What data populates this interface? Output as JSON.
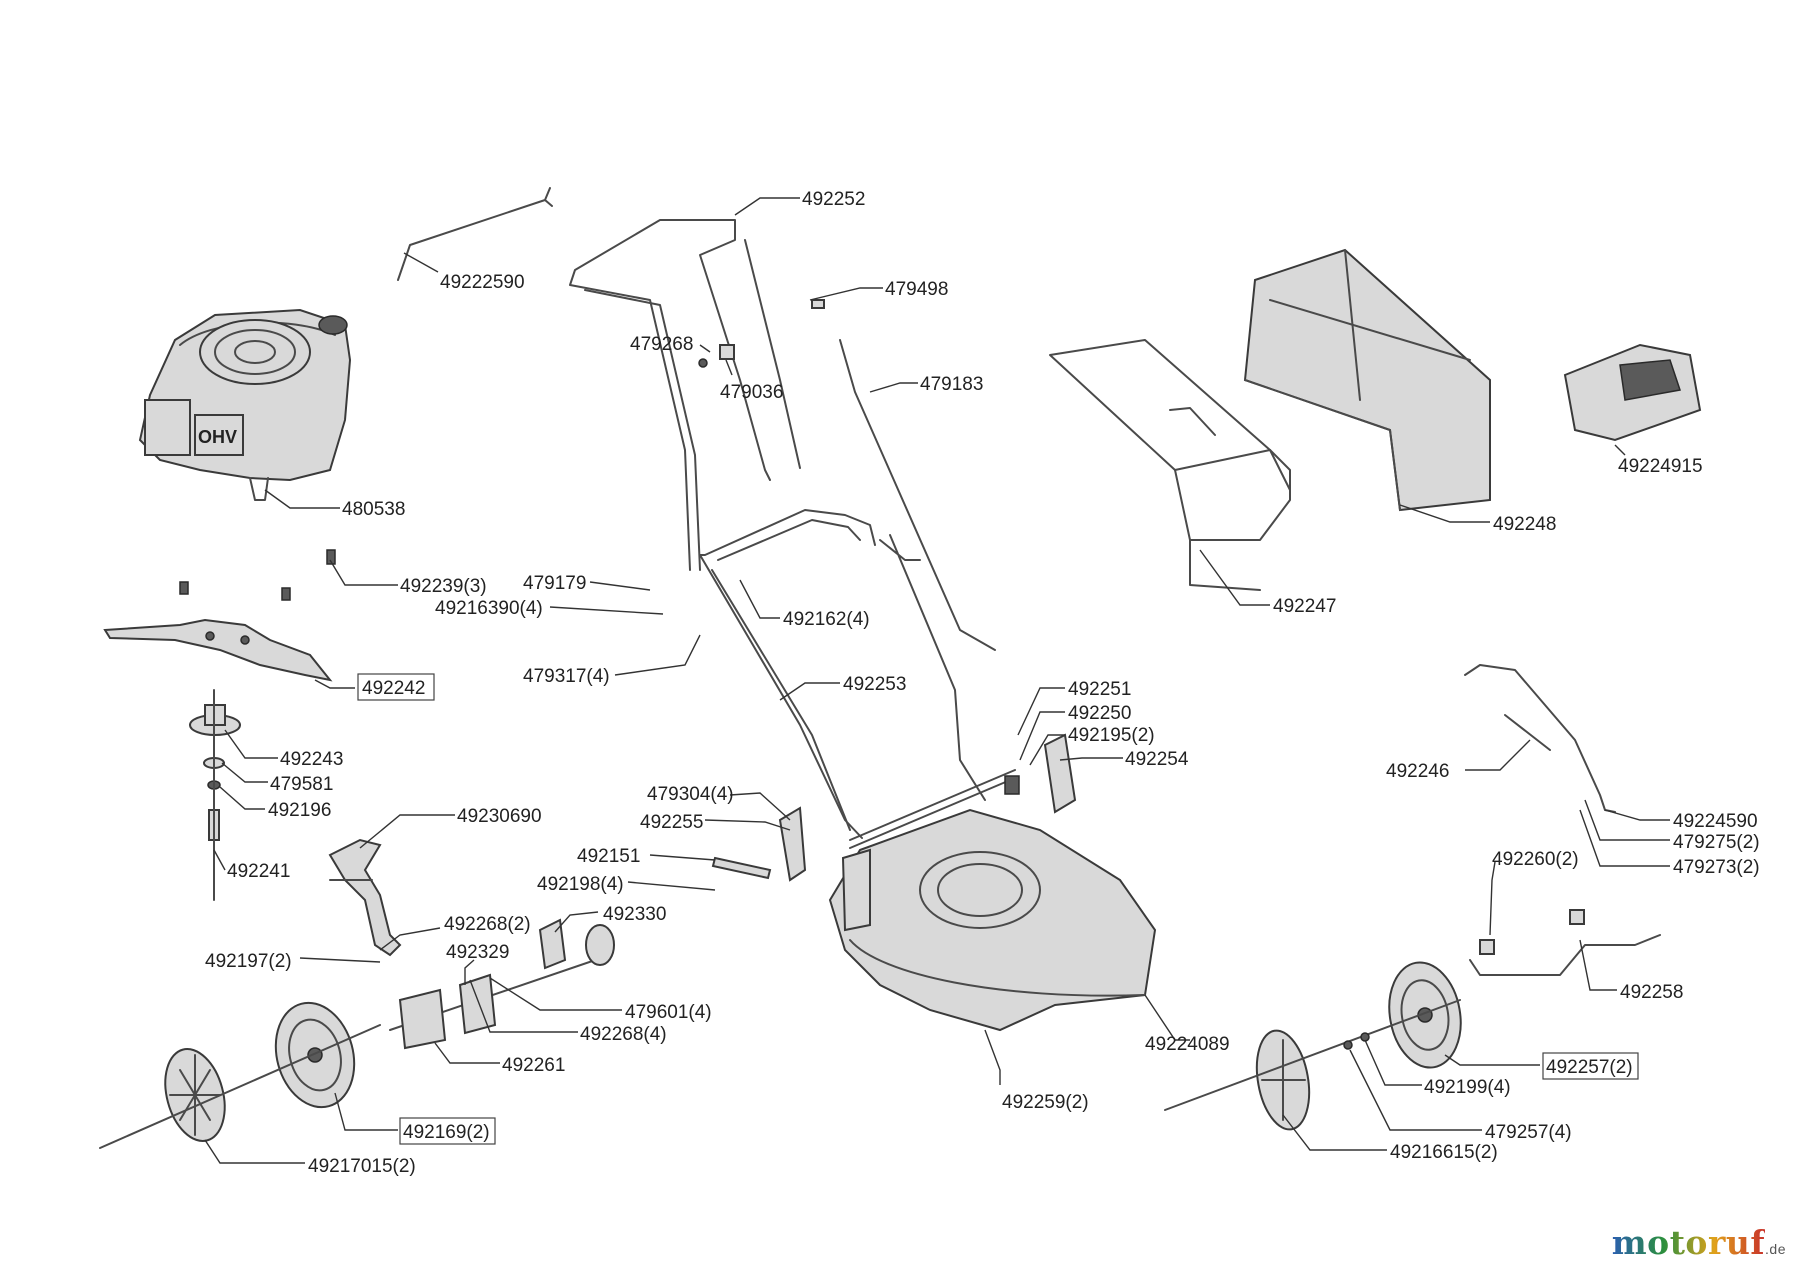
{
  "labels": {
    "p492252": "492252",
    "p49222590": "49222590",
    "p479498": "479498",
    "p479268": "479268",
    "p479036": "479036",
    "p479183": "479183",
    "p480538": "480538",
    "p49224915": "49224915",
    "p492248": "492248",
    "p492239": "492239(3)",
    "p479179": "479179",
    "p49216390": "49216390(4)",
    "p492162": "492162(4)",
    "p492247": "492247",
    "p492242": "492242",
    "p479317": "479317(4)",
    "p492253": "492253",
    "p492251": "492251",
    "p492250": "492250",
    "p492195": "492195(2)",
    "p492254": "492254",
    "p492243": "492243",
    "p479581": "479581",
    "p492196": "492196",
    "p479304": "479304(4)",
    "p492255": "492255",
    "p492246": "492246",
    "p49230690": "49230690",
    "p49224590": "49224590",
    "p479275": "479275(2)",
    "p479273": "479273(2)",
    "p492241": "492241",
    "p492151": "492151",
    "p492198": "492198(4)",
    "p492260": "492260(2)",
    "p492330": "492330",
    "p492268a": "492268(2)",
    "p492329": "492329",
    "p492197": "492197(2)",
    "p492258": "492258",
    "p479601": "479601(4)",
    "p492268b": "492268(4)",
    "p49224089": "49224089",
    "p492261": "492261",
    "p492257": "492257(2)",
    "p492199": "492199(4)",
    "p492259": "492259(2)",
    "p492169": "492169(2)",
    "p479257": "479257(4)",
    "p49216615": "49216615(2)",
    "p49217015": "49217015(2)"
  },
  "logo": {
    "main": "motoruf",
    "suffix": ".de"
  }
}
